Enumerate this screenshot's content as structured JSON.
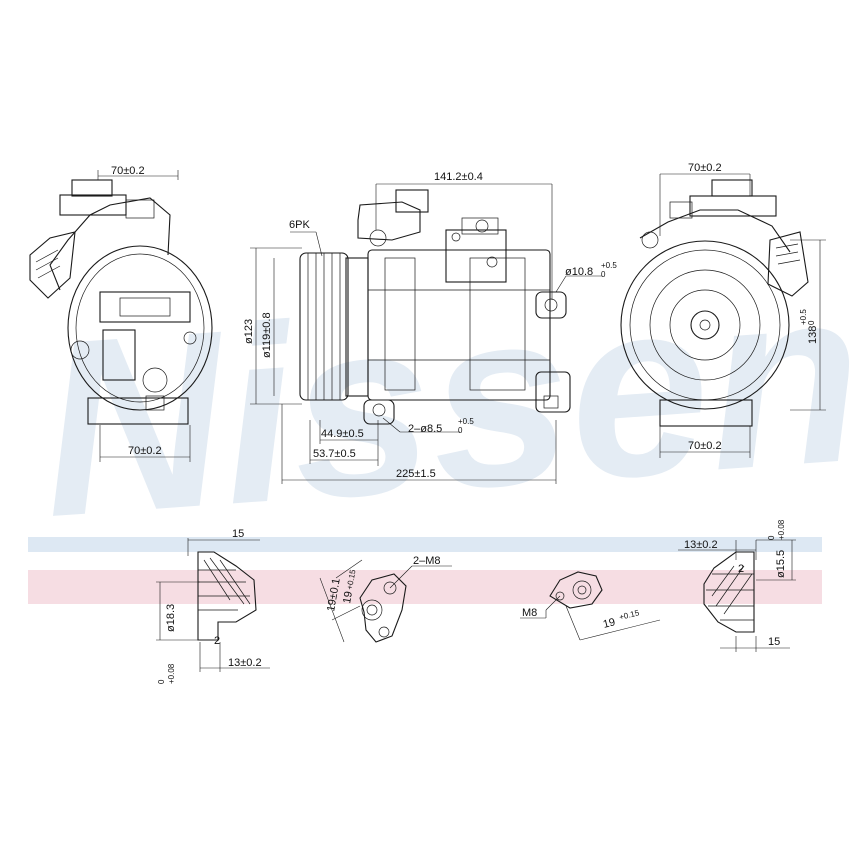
{
  "watermark": "Nissens",
  "colors": {
    "band_blue": "#dde8f3",
    "band_pink": "#f6dde3",
    "line": "#1a1a1a"
  },
  "dims": {
    "left_top_width": "70±0.2",
    "left_bottom_width": "70±0.2",
    "side_length": "141.2±0.4",
    "pulley_type": "6PK",
    "pulley_outer_dia": "ø123",
    "pulley_inner_dia": "ø119±0.8",
    "port_top_dia": "ø10.8",
    "port_top_tol_plus": "+0.5",
    "port_top_tol_zero": "0",
    "bolt_holes": "2–ø8.5",
    "bolt_tol_plus": "+0.5",
    "bolt_tol_zero": "0",
    "offset_a": "44.9±0.5",
    "offset_b": "53.7±0.5",
    "total_length": "225±1.5",
    "right_top_width": "70±0.2",
    "right_bottom_width": "70±0.2",
    "right_height": "138",
    "right_height_plus": "+0.5",
    "right_height_zero": "0"
  },
  "details": {
    "d1_width": "15",
    "d1_dia": "ø18.3",
    "d1_dia_plus": "+0.08",
    "d1_dia_zero": "0",
    "d1_step": "2",
    "d1_depth": "13±0.2",
    "d2_threads": "2–M8",
    "d2_spacing": "19",
    "d2_spacing_tol": "+0.15",
    "d2_height": "19±0.1",
    "d3_thread": "M8",
    "d3_spacing": "19",
    "d3_spacing_tol": "+0.15",
    "d4_depth": "13±0.2",
    "d4_dia": "ø15.5",
    "d4_dia_plus": "+0.08",
    "d4_dia_zero": "0",
    "d4_step": "2",
    "d4_width": "15"
  }
}
